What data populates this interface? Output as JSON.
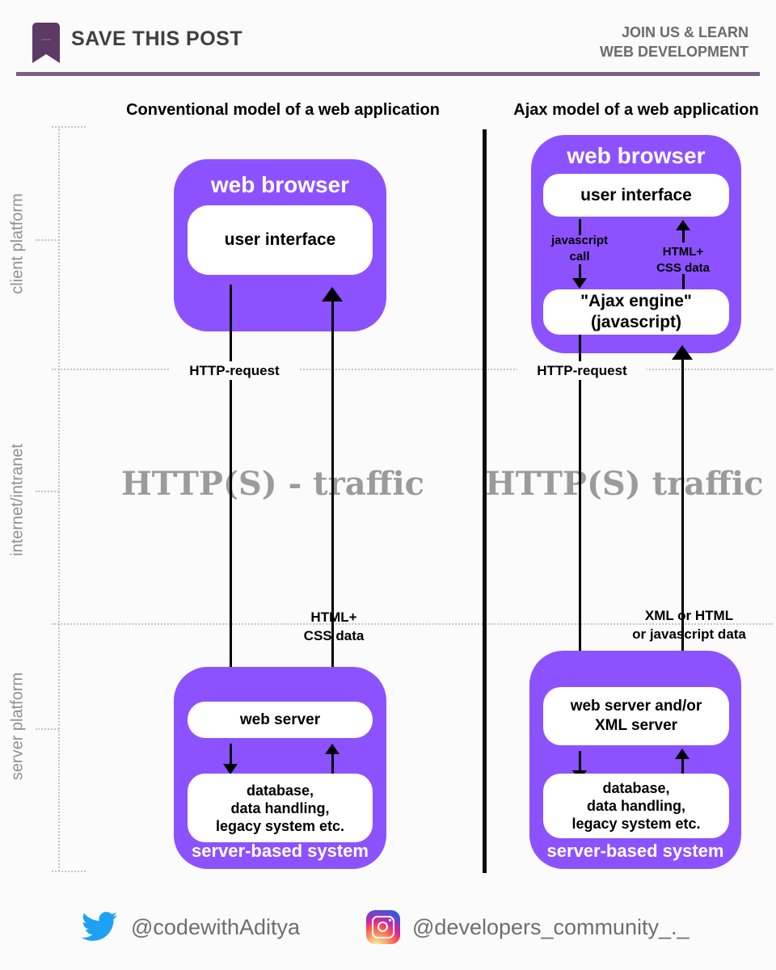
{
  "header": {
    "save_label": "SAVE THIS POST",
    "join_line1": "JOIN US & LEARN",
    "join_line2": "WEB DEVELOPMENT"
  },
  "columns": {
    "left_title": "Conventional model of a web application",
    "right_title": "Ajax model of a web application"
  },
  "side_labels": {
    "client": "client platform",
    "internet": "internet/intranet",
    "server": "server platform"
  },
  "left": {
    "browser_title": "web browser",
    "ui_label": "user interface",
    "http_request": "HTTP-request",
    "traffic": "HTTP(S) - traffic",
    "html_css_line1": "HTML+",
    "html_css_line2": "CSS data",
    "web_server": "web server",
    "db_line1": "database,",
    "db_line2": "data handling,",
    "db_line3": "legacy system etc.",
    "server_system": "server-based system"
  },
  "right": {
    "browser_title": "web browser",
    "ui_label": "user interface",
    "js_call_line1": "javascript",
    "js_call_line2": "call",
    "html_css_line1": "HTML+",
    "html_css_line2": "CSS data",
    "ajax_line1": "\"Ajax engine\"",
    "ajax_line2": "(javascript)",
    "http_request": "HTTP-request",
    "traffic": "HTTP(S) traffic",
    "xml_line1": "XML or HTML",
    "xml_line2": "or javascript data",
    "web_server_line1": "web server and/or",
    "web_server_line2": "XML server",
    "db_line1": "database,",
    "db_line2": "data handling,",
    "db_line3": "legacy system etc.",
    "server_system": "server-based system"
  },
  "footer": {
    "twitter_handle": "@codewithAditya",
    "instagram_handle": "@developers_community_._"
  },
  "colors": {
    "purple": "#8c52ff",
    "header_rule": "#7c5f87",
    "bookmark": "#5d3a66",
    "twitter_blue": "#1da1f2",
    "traffic_gray": "#9b9b9b"
  }
}
